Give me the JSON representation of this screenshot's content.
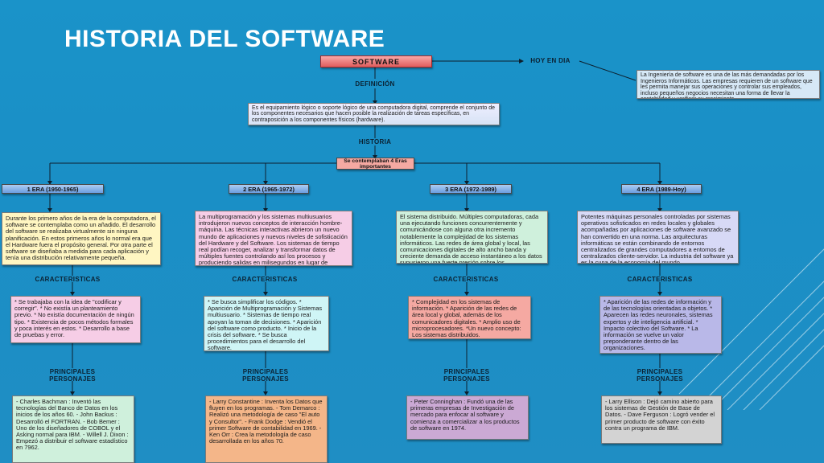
{
  "title": "HISTORIA DEL SOFTWARE",
  "software": "SOFTWARE",
  "hoy_label": "HOY EN DIA",
  "hoy_text": "La Ingeniería de software es una de las más demandadas por los Ingenieros Informáticos. Las empresas requieren de un software que les permita manejar sus operaciones y controlar sus empleados, incluso pequeños negocios necesitan una forma de llevar la contabilidad y verificar su crecimiento.",
  "definicion_label": "DEFINICIÓN",
  "definicion_text": "Es el equipamiento lógico o soporte lógico de una computadora digital, comprende el conjunto de los componentes necesarios que hacen posible la realización de tareas específicas, en contraposición a los componentes físicos (hardware).",
  "historia_label": "HISTORIA",
  "eras_box": "Se contemplaban 4 Eras importantes",
  "caracteristicas_label": "CARACTERISTICAS",
  "personajes_label": "PRINCIPALES PERSONAJES",
  "eras": [
    {
      "header": "1 ERA (1950-1965)",
      "description": "Durante los primero años de la era de la computadora, el software se contemplaba como un añadido. El desarrollo del software se realizaba virtualmente sin ninguna planificación. En estos primeros años lo normal era que el Hardware fuera el propósito general. Por otra parte el software se diseñaba a medida para cada aplicación y tenía una distribución relativamente pequeña.",
      "features": "* Se trabajaba con la idea de \"codificar y corregir\". * No existía un planteamiento previo. * No existía documentación de ningún tipo. * Existencia de pocos métodos formales y poca interés en estos. * Desarrollo a base de pruebas y error.",
      "people": "- Charles Bachman : Inventó las tecnologías del Banco de Datos en los inicios de los años 60. - John Backus : Desarrolló el FORTRAN. - Bob Bemer : Uno de los diseñadores de COBOL y el Asking normal para IBM. - Willell J. Dixon : Empezó a distribuir el software estadístico en 7962."
    },
    {
      "header": "2 ERA (1965-1972)",
      "description": "La multiprogramación y los sistemas multiusuarios introdujeron nuevos conceptos de interacción hombre-máquina. Las técnicas interactivas abrieron un nuevo mundo de aplicaciones y nuevos niveles de sofisticación del Hardware y del Software. Los sistemas de tiempo real podían recoger, analizar y transformar datos de múltiples fuentes controlando así los procesos y produciendo salidas en milisegundos en lugar de minutos. Además se dio la generación de Sistema de Gestión de Bases de Datos.",
      "features": "* Se busca simplificar los códigos. * Aparición de Multiprogramación y Sistemas multiusuario. * Sistemas de tiempo real apoyan la toman de decisiones. * Aparición del software como producto. * Inicio de la crisis del software. * Se busca procedimientos para el desarrollo del software.",
      "people": "- Larry Constantine : Inventa los Datos que fluyen en los programas. - Tom Demarco : Realizó una metodología de caso \"El auto y Consultor\". - Frank Dodge : Vendió el primer Software de contabilidad en 1969. - Ken Orr : Crea la metodología de caso desarrollada en los años 70."
    },
    {
      "header": "3 ERA (1972-1989)",
      "description": "El sistema distribuido. Múltiples computadoras, cada una ejecutando funciones concurrentemente y comunicándose con alguna otra incremento notablemente la complejidad de los sistemas informáticos. Las redes de área global y local, las comunicaciones digitales de alto ancho banda y creciente demanda de acceso instantáneo a los datos supusieron una fuerte presión sobre los desarrolladores de software.",
      "features": "* Complejidad en los sistemas de información. * Aparición de las redes de área local y global, además de los comunicadores digitales. * Amplio uso de microprocesadores. *Un nuevo concepto: Los sistemas distribuidos.",
      "people": "- Peter Conninghan : Fundó una de las primeras empresas de Investigación de mercado para enfocar al software y comienza a comercializar a los productos de software en 1974."
    },
    {
      "header": "4 ERA (1989-Hoy)",
      "description": "Potentes máquinas personales controladas por sistemas operativos sofisticados en redes locales y globales acompañadas por aplicaciones de software avanzado se han convertido en una norma. Las arquitecturas informáticas se están combinando de entornos centralizados de grandes computadores a entornos de centralizados cliente-servidor. La industria del software ya es la cuna de la economía del mundo.",
      "features": "* Aparición de las redes de información y de las tecnologías orientadas a objetos. * Aparecen las redes neuronales, sistemas expertos y de inteligencia artificial. * Impacto colectivo del Software. * La información se vuelve un valor preponderante dentro de las organizaciones.",
      "people": "- Larry Ellison : Dejó camino abierto para los sistemas de Gestión de Base de Datos. - Dave Ferguson : Logró vender el primer producto de software con éxito contra un programa de IBM."
    }
  ]
}
